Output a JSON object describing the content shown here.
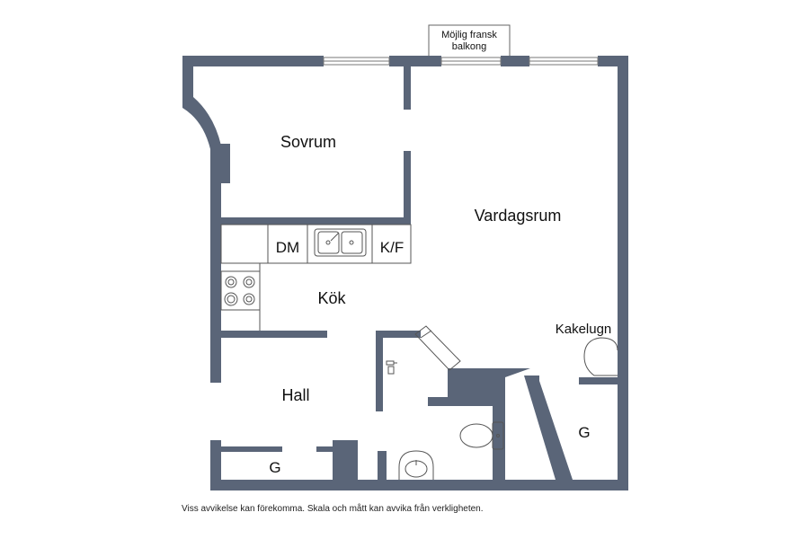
{
  "colors": {
    "wall": "#5a6578",
    "fixture_stroke": "#555555",
    "background": "#ffffff"
  },
  "rooms": {
    "sovrum": "Sovrum",
    "vardagsrum": "Vardagsrum",
    "kok": "Kök",
    "hall": "Hall",
    "kakelugn": "Kakelugn",
    "garderob_right": "G",
    "garderob_hall": "G"
  },
  "appliances": {
    "dishwasher": "DM",
    "fridge_freezer": "K/F"
  },
  "balcony": {
    "line1": "Möjlig fransk",
    "line2": "balkong"
  },
  "disclaimer": "Viss avvikelse kan förekomma. Skala och mått kan avvika från verkligheten."
}
